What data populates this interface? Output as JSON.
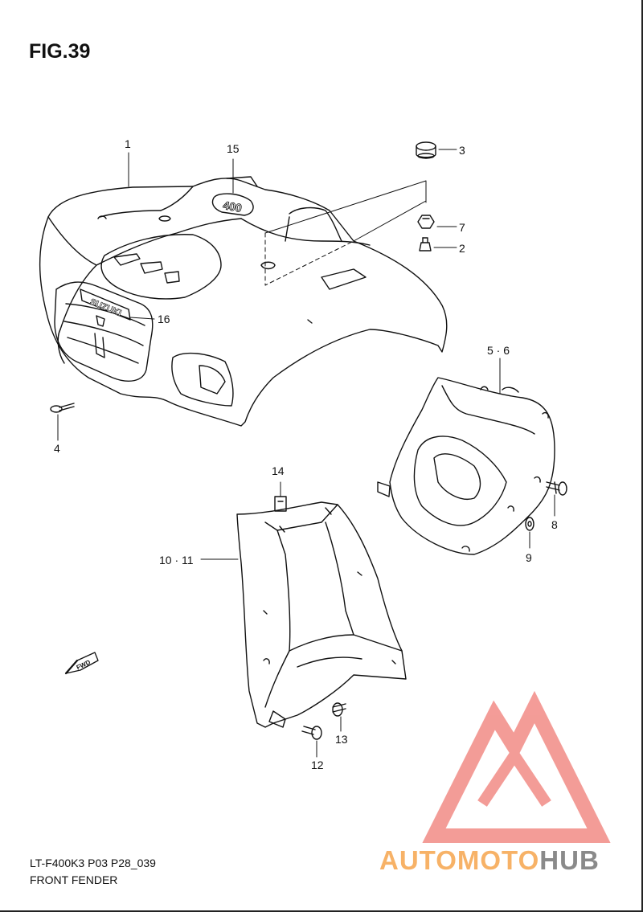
{
  "figure": {
    "title": "FIG.39",
    "model_code": "LT-F400K3 P03 P28_039",
    "section_name": "FRONT FENDER"
  },
  "callouts": {
    "c1": "1",
    "c15": "15",
    "c3": "3",
    "c7": "7",
    "c2": "2",
    "c16": "16",
    "c4": "4",
    "c56": "5 · 6",
    "c8": "8",
    "c9": "9",
    "c14": "14",
    "c1011": "10 · 11",
    "c13": "13",
    "c12": "12"
  },
  "part_markings": {
    "badge_text": "400",
    "emblem_text": "SUZUKI",
    "direction_arrow": "FWD"
  },
  "watermark": {
    "brand_part1": "AUTOMOTO",
    "brand_part2": "HUB",
    "colors": {
      "logo": "#f28b86",
      "part1": "#f7b267",
      "part2": "#8a8a8a"
    }
  }
}
